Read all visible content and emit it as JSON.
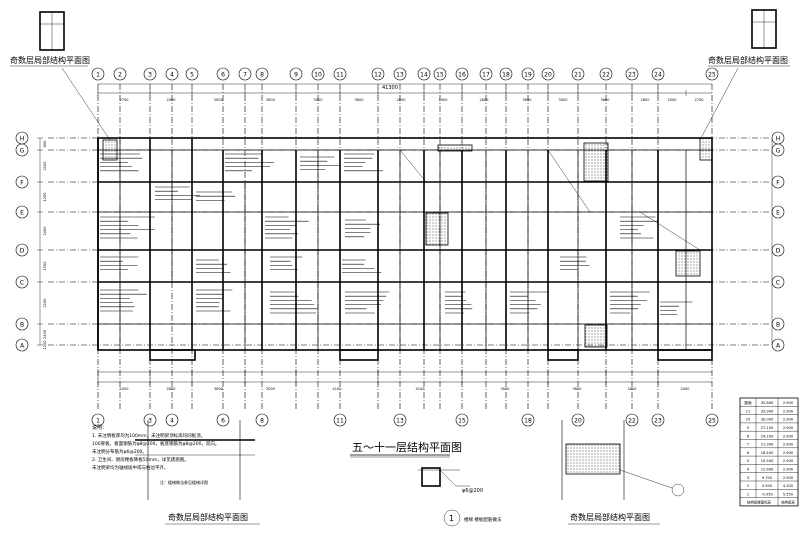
{
  "drawing": {
    "main_title": "五～十一层结构平面图",
    "corner_title_left": "奇数层局部结构平面图",
    "corner_title_right": "奇数层局部结构平面图",
    "bottom_title_left": "奇数层局部结构平面图",
    "bottom_title_right": "奇数层局部结构平面图",
    "detail_number": "1",
    "detail_caption": "楼梯 楼板配筋做法",
    "detail_bar_label": "φ6@200",
    "overall_dimension": "41300"
  },
  "axes": {
    "columns_top": [
      "1",
      "2",
      "3",
      "4",
      "5",
      "6",
      "7",
      "8",
      "9",
      "10",
      "11",
      "12",
      "13",
      "14",
      "15",
      "16",
      "17",
      "18",
      "19",
      "20",
      "21",
      "22",
      "23",
      "24",
      "25"
    ],
    "columns_bottom": [
      "1",
      "3",
      "4",
      "6",
      "8",
      "11",
      "13",
      "15",
      "18",
      "20",
      "22",
      "23",
      "25"
    ],
    "rows": [
      "H",
      "G",
      "F",
      "E",
      "D",
      "C",
      "B",
      "A"
    ]
  },
  "dimensions": {
    "top_segments": [
      "2700",
      "2000",
      "2800",
      "3600",
      "3000",
      "3600",
      "2800",
      "1900",
      "2800",
      "3600",
      "3000",
      "3600",
      "2800",
      "2000",
      "2700"
    ],
    "bottom_segments": [
      "2000",
      "2800",
      "3600",
      "3000",
      "4100",
      "4100",
      "3000",
      "3600",
      "2800",
      "2000"
    ],
    "left_segments": [
      "900",
      "2100",
      "1200",
      "2400",
      "1500",
      "2100",
      "2400",
      "1200"
    ]
  },
  "notes": {
    "heading": "说明：",
    "lines": [
      "1. 未注明板厚均为100mm，未注明梁顶标高均同板顶。",
      "100厚板，板面钢筋为φ8@200，板底钢筋为φ8@200，双向。",
      "未注明分布筋为φ6@200。",
      "2. 卫生间、厨房楼板降板50mm，详见建施图。",
      "未注明梁均为轴线居中或与柱边平齐。"
    ]
  },
  "partial_plan_note": "注：楼梯做法参见楼梯详图",
  "level_table": {
    "rows": [
      [
        "屋面",
        "35.800",
        "2.900"
      ],
      [
        "11",
        "32.900",
        "2.900"
      ],
      [
        "10",
        "30.000",
        "2.900"
      ],
      [
        "9",
        "27.100",
        "2.900"
      ],
      [
        "8",
        "24.200",
        "2.900"
      ],
      [
        "7",
        "21.300",
        "2.900"
      ],
      [
        "6",
        "18.400",
        "2.900"
      ],
      [
        "5",
        "15.500",
        "2.900"
      ],
      [
        "4",
        "12.600",
        "2.900"
      ],
      [
        "3",
        "9.700",
        "2.900"
      ],
      [
        "2",
        "5.500",
        "4.200"
      ],
      [
        "1",
        "-0.050",
        "5.550"
      ]
    ],
    "footer": [
      "结构层楼面标高",
      "结构层高"
    ]
  },
  "colors": {
    "line": "#000000",
    "background": "#ffffff"
  }
}
